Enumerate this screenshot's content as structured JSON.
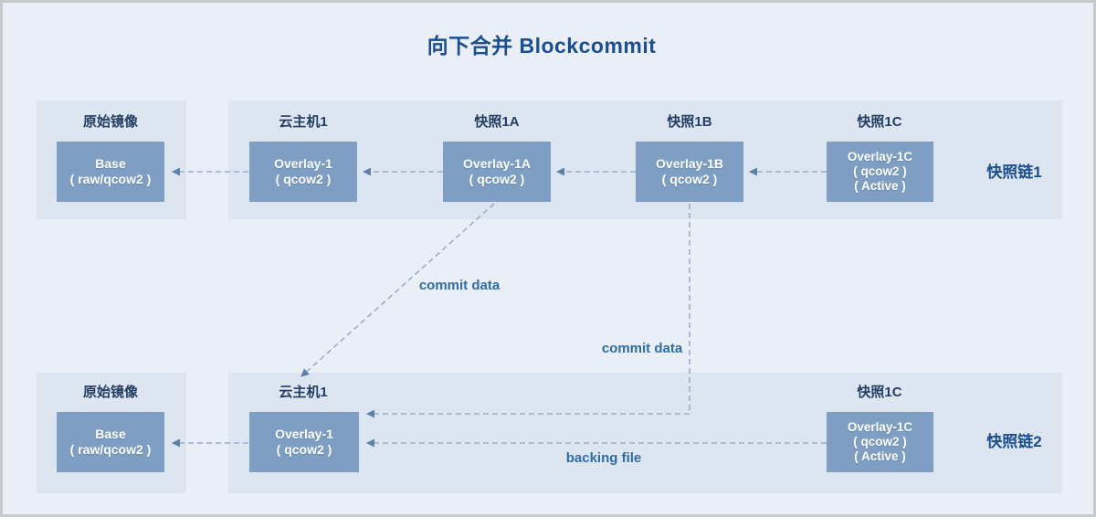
{
  "title": "向下合并 Blockcommit",
  "colors": {
    "background": "#e9eef7",
    "panel_fill": "#dde5f0",
    "node_fill": "#7e9ec3",
    "node_text": "#ffffff",
    "heading_text": "#1b4e8e",
    "group_label_text": "#223e63",
    "annotation_text": "#2e6da4",
    "dash_line": "#98aecb",
    "arrowhead": "#5b80aa"
  },
  "chain1": {
    "name": "快照链1",
    "groups": [
      {
        "label": "原始镜像",
        "box": [
          "Base",
          "( raw/qcow2 )"
        ]
      },
      {
        "label": "云主机1",
        "box": [
          "Overlay-1",
          "( qcow2 )"
        ]
      },
      {
        "label": "快照1A",
        "box": [
          "Overlay-1A",
          "( qcow2 )"
        ]
      },
      {
        "label": "快照1B",
        "box": [
          "Overlay-1B",
          "( qcow2 )"
        ]
      },
      {
        "label": "快照1C",
        "box": [
          "Overlay-1C",
          "( qcow2 )",
          "( Active )"
        ]
      }
    ]
  },
  "chain2": {
    "name": "快照链2",
    "groups": [
      {
        "label": "原始镜像",
        "box": [
          "Base",
          "( raw/qcow2 )"
        ]
      },
      {
        "label": "云主机1",
        "box": [
          "Overlay-1",
          "( qcow2 )"
        ]
      },
      {
        "label": "快照1C",
        "box": [
          "Overlay-1C",
          "( qcow2 )",
          "( Active )"
        ]
      }
    ]
  },
  "annotations": {
    "commit_data_1": "commit data",
    "commit_data_2": "commit data",
    "backing_file": "backing file"
  }
}
